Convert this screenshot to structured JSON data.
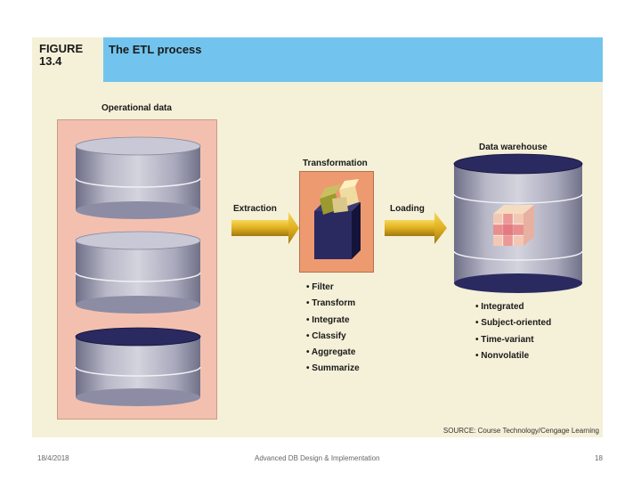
{
  "figure": {
    "label_word": "FIGURE",
    "label_number": "13.4",
    "title": "The ETL process"
  },
  "diagram": {
    "operational_data_label": "Operational data",
    "extraction_label": "Extraction",
    "transformation_label": "Transformation",
    "loading_label": "Loading",
    "data_warehouse_label": "Data warehouse",
    "transformation_steps": [
      "Filter",
      "Transform",
      "Integrate",
      "Classify",
      "Aggregate",
      "Summarize"
    ],
    "warehouse_characteristics": [
      "Integrated",
      "Subject-oriented",
      "Time-variant",
      "Nonvolatile"
    ],
    "source": "SOURCE: Course Technology/Cengage Learning"
  },
  "footer": {
    "date": "18/4/2018",
    "course": "Advanced DB Design & Implementation",
    "page": "18"
  },
  "colors": {
    "header_blue": "#72c4ee",
    "background": "#f5f0d8",
    "operational_panel": "#f3c0b0",
    "transform_box": "#ee9a70",
    "arrow_gold": "#e0b020",
    "cylinder_navy": "#2a2a60"
  }
}
